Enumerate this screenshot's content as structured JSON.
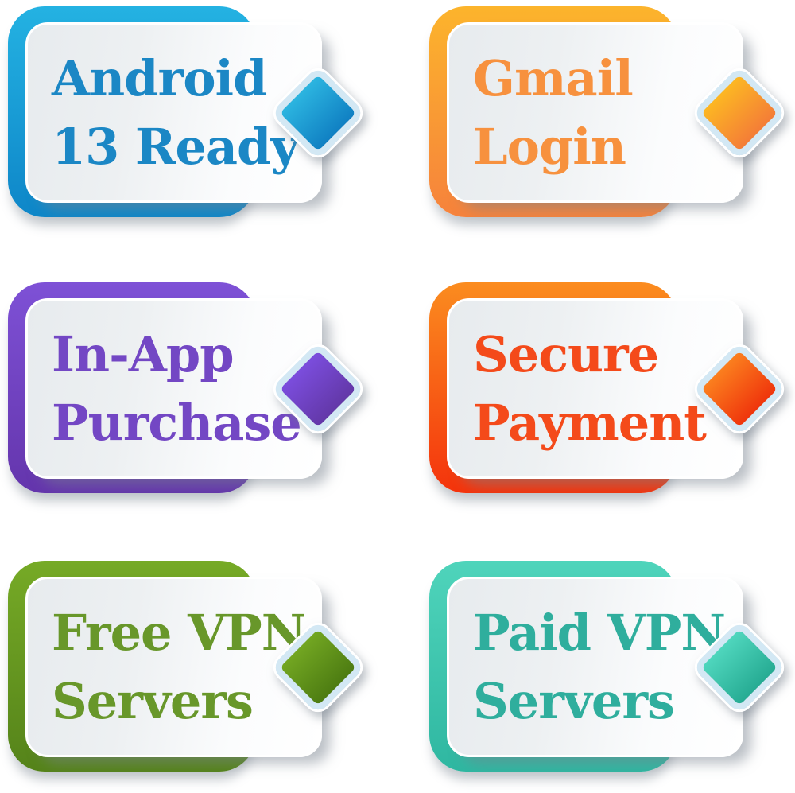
{
  "background_color": "#ffffff",
  "diamond_border_color": "#d3e8f4",
  "cards": [
    {
      "id": "android-13-ready",
      "line1": "Android",
      "line2": "13 Ready",
      "text_color": "#1b87c5",
      "frame_top": "#24b2e2",
      "frame_bottom": "#0e86c8",
      "diamond_light": "#2cb5e0",
      "diamond_dark": "#1080c3"
    },
    {
      "id": "gmail-login",
      "line1": "Gmail",
      "line2": "Login",
      "text_color": "#f7913e",
      "frame_top": "#fcb42c",
      "frame_bottom": "#f6823c",
      "diamond_light": "#fcb723",
      "diamond_dark": "#f47d37"
    },
    {
      "id": "in-app-purchase",
      "line1": "In-App",
      "line2": "Purchase",
      "text_color": "#7347c4",
      "frame_top": "#7e51d6",
      "frame_bottom": "#6435ac",
      "diamond_light": "#7b4ddd",
      "diamond_dark": "#6338a8"
    },
    {
      "id": "secure-payment",
      "line1": "Secure",
      "line2": "Payment",
      "text_color": "#f44a1a",
      "frame_top": "#fb8c1f",
      "frame_bottom": "#f4330c",
      "diamond_light": "#fb7f1e",
      "diamond_dark": "#ef350c"
    },
    {
      "id": "free-vpn-servers",
      "line1": "Free VPN",
      "line2": "Servers",
      "text_color": "#68972a",
      "frame_top": "#76aa26",
      "frame_bottom": "#55831a",
      "diamond_light": "#72a622",
      "diamond_dark": "#4d7c12"
    },
    {
      "id": "paid-vpn-servers",
      "line1": "Paid VPN",
      "line2": "Servers",
      "text_color": "#2fae9d",
      "frame_top": "#4fd4bb",
      "frame_bottom": "#2fb7a1",
      "diamond_light": "#4fd6bd",
      "diamond_dark": "#26ab93"
    }
  ]
}
